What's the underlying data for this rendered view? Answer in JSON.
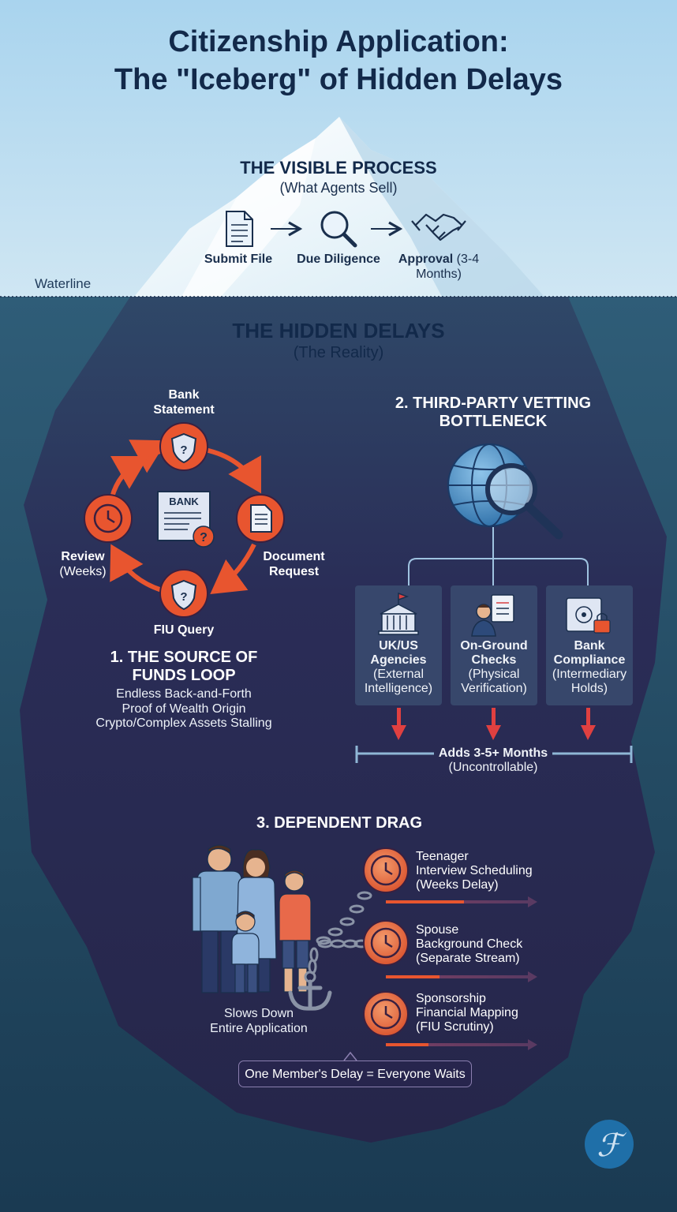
{
  "title": {
    "line1": "Citizenship Application:",
    "line2": "The \"Iceberg\" of Hidden Delays"
  },
  "visible": {
    "heading": "THE VISIBLE PROCESS",
    "subheading": "(What Agents Sell)",
    "steps": [
      {
        "icon": "document-icon",
        "line1": "Submit",
        "line2": "File"
      },
      {
        "icon": "magnifier-icon",
        "line1": "Due",
        "line2": "Diligence"
      },
      {
        "icon": "handshake-icon",
        "line1": "Approval",
        "line2": "(3-4 Months)"
      }
    ],
    "waterline": "Waterline"
  },
  "hidden": {
    "heading": "THE HIDDEN DELAYS",
    "subheading": "(The Reality)"
  },
  "loop": {
    "nodes": {
      "bank_statement": {
        "line1": "Bank",
        "line2": "Statement"
      },
      "document_request": {
        "line1": "Document",
        "line2": "Request"
      },
      "fiu_query": "FIU Query",
      "review": {
        "line1": "Review",
        "line2": "(Weeks)"
      }
    },
    "center_label": "BANK",
    "heading_line1": "1. THE SOURCE OF",
    "heading_line2": "FUNDS LOOP",
    "desc": [
      "Endless Back-and-Forth",
      "Proof of Wealth Origin",
      "Crypto/Complex Assets Stalling"
    ]
  },
  "vetting": {
    "heading_line1": "2. THIRD-PARTY VETTING",
    "heading_line2": "BOTTLENECK",
    "cards": [
      {
        "icon": "government-building-icon",
        "title1": "UK/US",
        "title2": "Agencies",
        "desc1": "(External",
        "desc2": "Intelligence)"
      },
      {
        "icon": "inspector-icon",
        "title1": "On-Ground",
        "title2": "Checks",
        "desc1": "(Physical",
        "desc2": "Verification)"
      },
      {
        "icon": "safe-lock-icon",
        "title1": "Bank",
        "title2": "Compliance",
        "desc1": "(Intermediary",
        "desc2": "Holds)"
      }
    ],
    "result_line1": "Adds 3-5+ Months",
    "result_line2": "(Uncontrollable)"
  },
  "dependent": {
    "heading": "3. DEPENDENT DRAG",
    "family_caption_line1": "Slows Down",
    "family_caption_line2": "Entire Application",
    "items": [
      {
        "icon": "clock-icon",
        "line1": "Teenager",
        "line2": "Interview Scheduling",
        "line3": "(Weeks Delay)",
        "progress": 0.55
      },
      {
        "icon": "clock-icon",
        "line1": "Spouse",
        "line2": "Background Check",
        "line3": "(Separate Stream)",
        "progress": 0.38
      },
      {
        "icon": "clock-icon",
        "line1": "Sponsorship",
        "line2": "Financial Mapping",
        "line3": "(FIU Scrutiny)",
        "progress": 0.3
      }
    ],
    "footer": "One Member's Delay = Everyone Waits"
  },
  "colors": {
    "title": "#12294a",
    "accent_orange": "#e8552f",
    "accent_red": "#e04040",
    "sky_top": "#a9d4ee",
    "sea": "#264e66",
    "iceberg_dark": "#25284c"
  }
}
